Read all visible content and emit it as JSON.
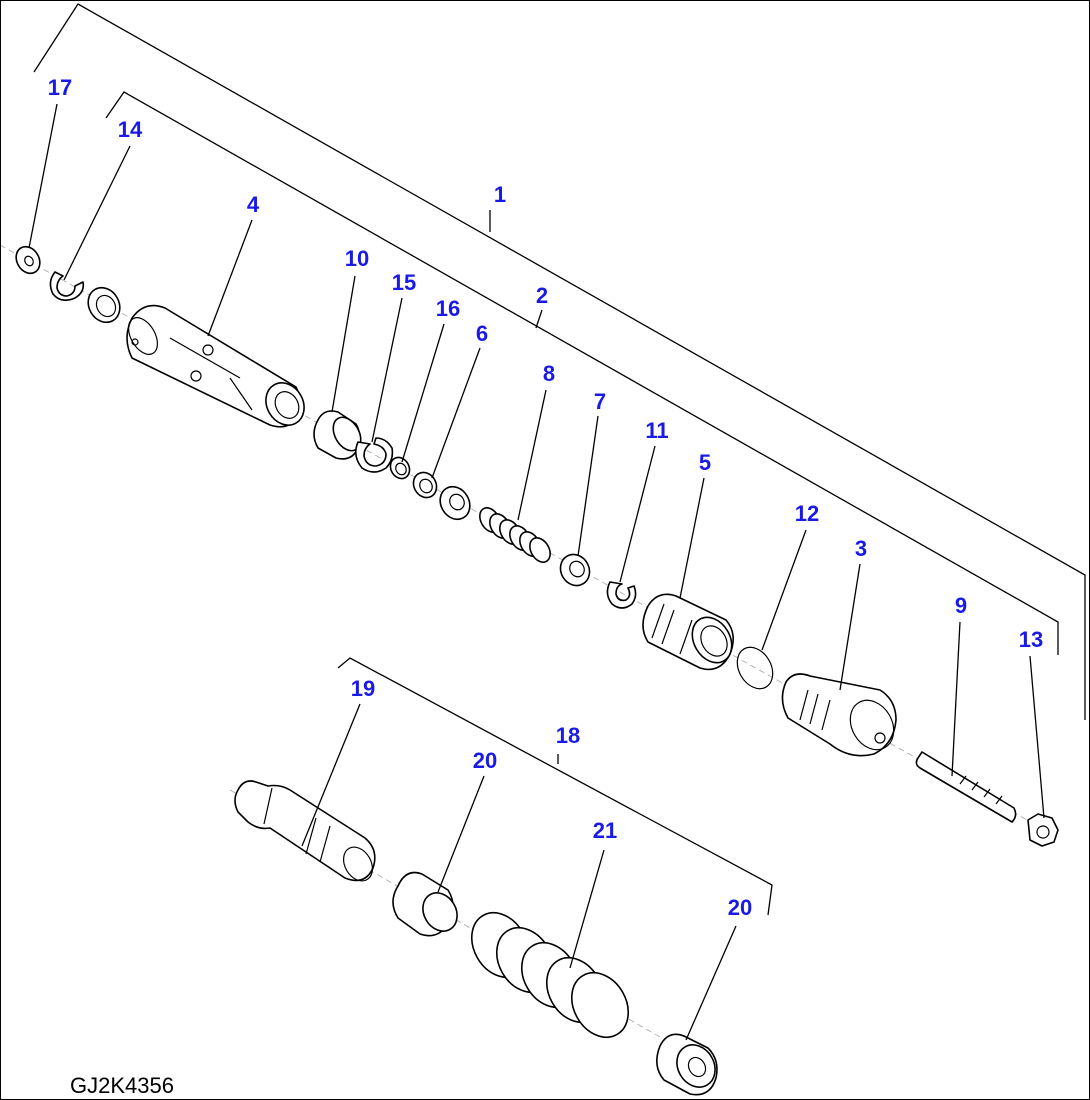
{
  "diagram": {
    "drawing_code": "GJ2K4356",
    "callout_color": "#1a1ae6",
    "callouts": [
      {
        "id": "c17",
        "label": "17"
      },
      {
        "id": "c14",
        "label": "14"
      },
      {
        "id": "c4",
        "label": "4"
      },
      {
        "id": "c1",
        "label": "1"
      },
      {
        "id": "c10",
        "label": "10"
      },
      {
        "id": "c15",
        "label": "15"
      },
      {
        "id": "c16",
        "label": "16"
      },
      {
        "id": "c6",
        "label": "6"
      },
      {
        "id": "c2",
        "label": "2"
      },
      {
        "id": "c8",
        "label": "8"
      },
      {
        "id": "c7",
        "label": "7"
      },
      {
        "id": "c11",
        "label": "11"
      },
      {
        "id": "c5",
        "label": "5"
      },
      {
        "id": "c12",
        "label": "12"
      },
      {
        "id": "c3",
        "label": "3"
      },
      {
        "id": "c9",
        "label": "9"
      },
      {
        "id": "c13",
        "label": "13"
      },
      {
        "id": "c19",
        "label": "19"
      },
      {
        "id": "c18",
        "label": "18"
      },
      {
        "id": "c20a",
        "label": "20"
      },
      {
        "id": "c21",
        "label": "21"
      },
      {
        "id": "c20b",
        "label": "20"
      }
    ]
  }
}
